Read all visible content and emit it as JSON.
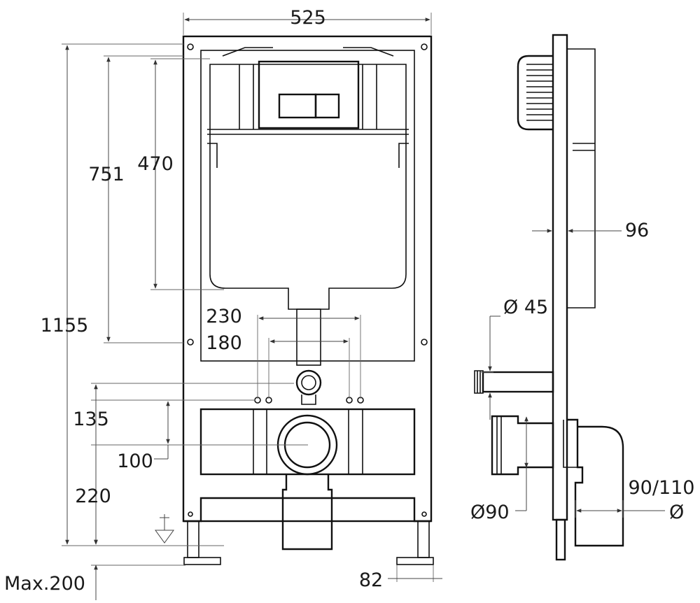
{
  "front_view": {
    "width_label": "525",
    "h_total": "1155",
    "h_751": "751",
    "h_470": "470",
    "d_230": "230",
    "d_180": "180",
    "h_135": "135",
    "h_100": "100",
    "h_220": "220",
    "max_label": "Max.200",
    "d_82": "82"
  },
  "side_view": {
    "depth_96": "96",
    "dia_45": "Ø 45",
    "dia_90": "Ø90",
    "dia_90_110": "90/110",
    "dia_symbol": "Ø"
  }
}
